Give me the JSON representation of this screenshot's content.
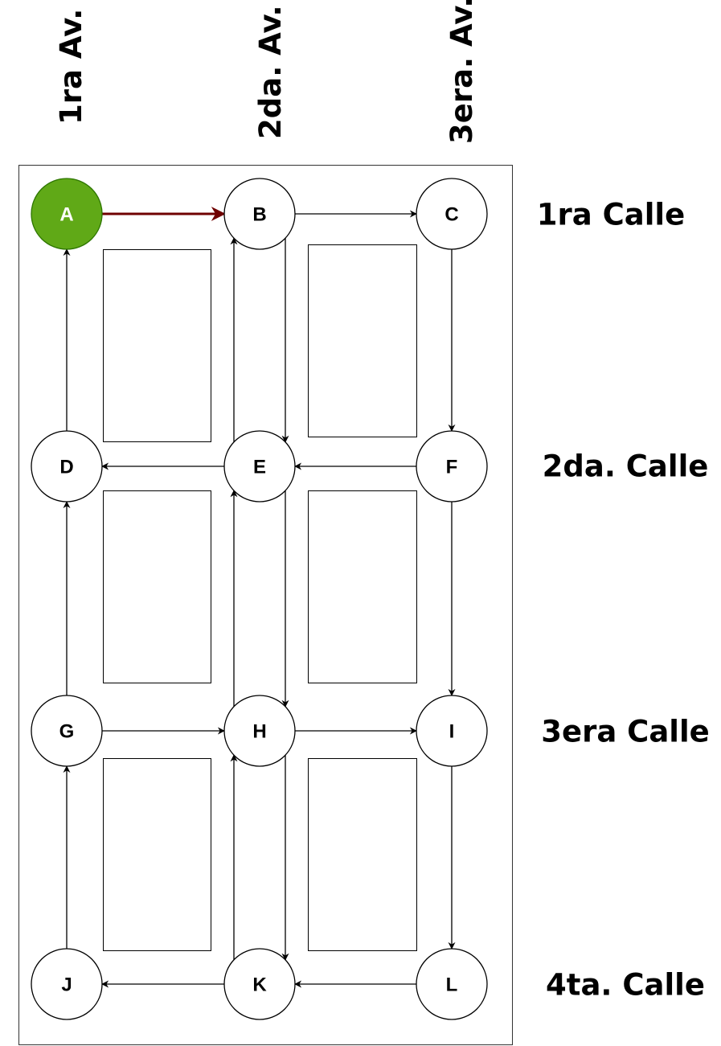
{
  "avenues": [
    {
      "id": "av1",
      "label": "1ra Av."
    },
    {
      "id": "av2",
      "label": "2da. Av."
    },
    {
      "id": "av3",
      "label": "3era. Av."
    }
  ],
  "streets": [
    {
      "id": "st1",
      "label": "1ra Calle"
    },
    {
      "id": "st2",
      "label": "2da. Calle"
    },
    {
      "id": "st3",
      "label": "3era Calle"
    },
    {
      "id": "st4",
      "label": "4ta. Calle"
    }
  ],
  "nodes": [
    {
      "id": "A",
      "label": "A",
      "highlighted": true
    },
    {
      "id": "B",
      "label": "B"
    },
    {
      "id": "C",
      "label": "C"
    },
    {
      "id": "D",
      "label": "D"
    },
    {
      "id": "E",
      "label": "E"
    },
    {
      "id": "F",
      "label": "F"
    },
    {
      "id": "G",
      "label": "G"
    },
    {
      "id": "H",
      "label": "H"
    },
    {
      "id": "I",
      "label": "I"
    },
    {
      "id": "J",
      "label": "J"
    },
    {
      "id": "K",
      "label": "K"
    },
    {
      "id": "L",
      "label": "L"
    }
  ],
  "edges": [
    {
      "from": "A",
      "to": "B",
      "highlighted": true
    },
    {
      "from": "B",
      "to": "C"
    },
    {
      "from": "B",
      "to": "E"
    },
    {
      "from": "C",
      "to": "F"
    },
    {
      "from": "D",
      "to": "A"
    },
    {
      "from": "E",
      "to": "B"
    },
    {
      "from": "E",
      "to": "D"
    },
    {
      "from": "E",
      "to": "H"
    },
    {
      "from": "F",
      "to": "E"
    },
    {
      "from": "F",
      "to": "I"
    },
    {
      "from": "G",
      "to": "D"
    },
    {
      "from": "G",
      "to": "H"
    },
    {
      "from": "H",
      "to": "E"
    },
    {
      "from": "H",
      "to": "I"
    },
    {
      "from": "H",
      "to": "K"
    },
    {
      "from": "I",
      "to": "L"
    },
    {
      "from": "J",
      "to": "G"
    },
    {
      "from": "K",
      "to": "H"
    },
    {
      "from": "K",
      "to": "J"
    },
    {
      "from": "L",
      "to": "K"
    }
  ],
  "colors": {
    "highlight_node_fill": "#60a917",
    "highlight_node_stroke": "#2d7600",
    "highlight_node_text": "#ffffff",
    "highlight_edge": "#6f0000",
    "stroke": "#000000",
    "frame": "#333333"
  }
}
